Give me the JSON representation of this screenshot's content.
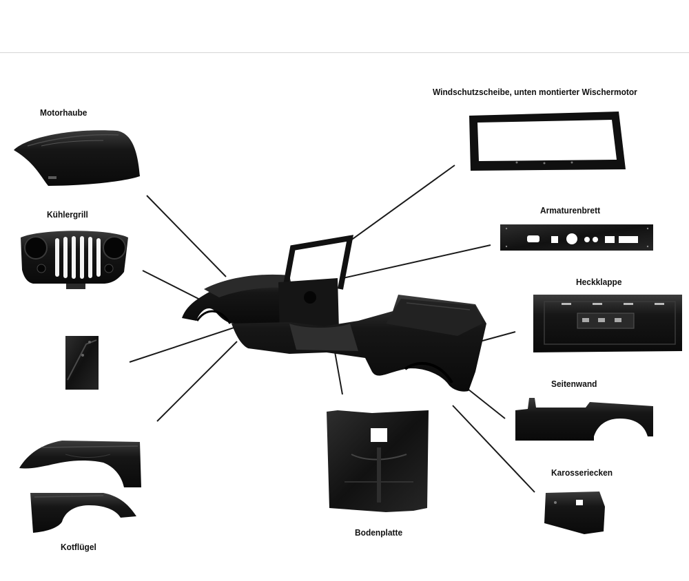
{
  "labels": {
    "motorhaube": "Motorhaube",
    "kuehlergrill": "Kühlergrill",
    "kotfluegel": "Kotflügel",
    "windschutzscheibe": "Windschutzscheibe, unten montierter Wischermotor",
    "armaturenbrett": "Armaturenbrett",
    "heckklappe": "Heckklappe",
    "seitenwand": "Seitenwand",
    "karosseriecken": "Karosseriecken",
    "bodenplatte": "Bodenplatte"
  },
  "colors": {
    "part": "#141414",
    "part_highlight": "#3a3a3a",
    "leader_line": "#1a1a1a",
    "divider": "#d6d6d6"
  }
}
